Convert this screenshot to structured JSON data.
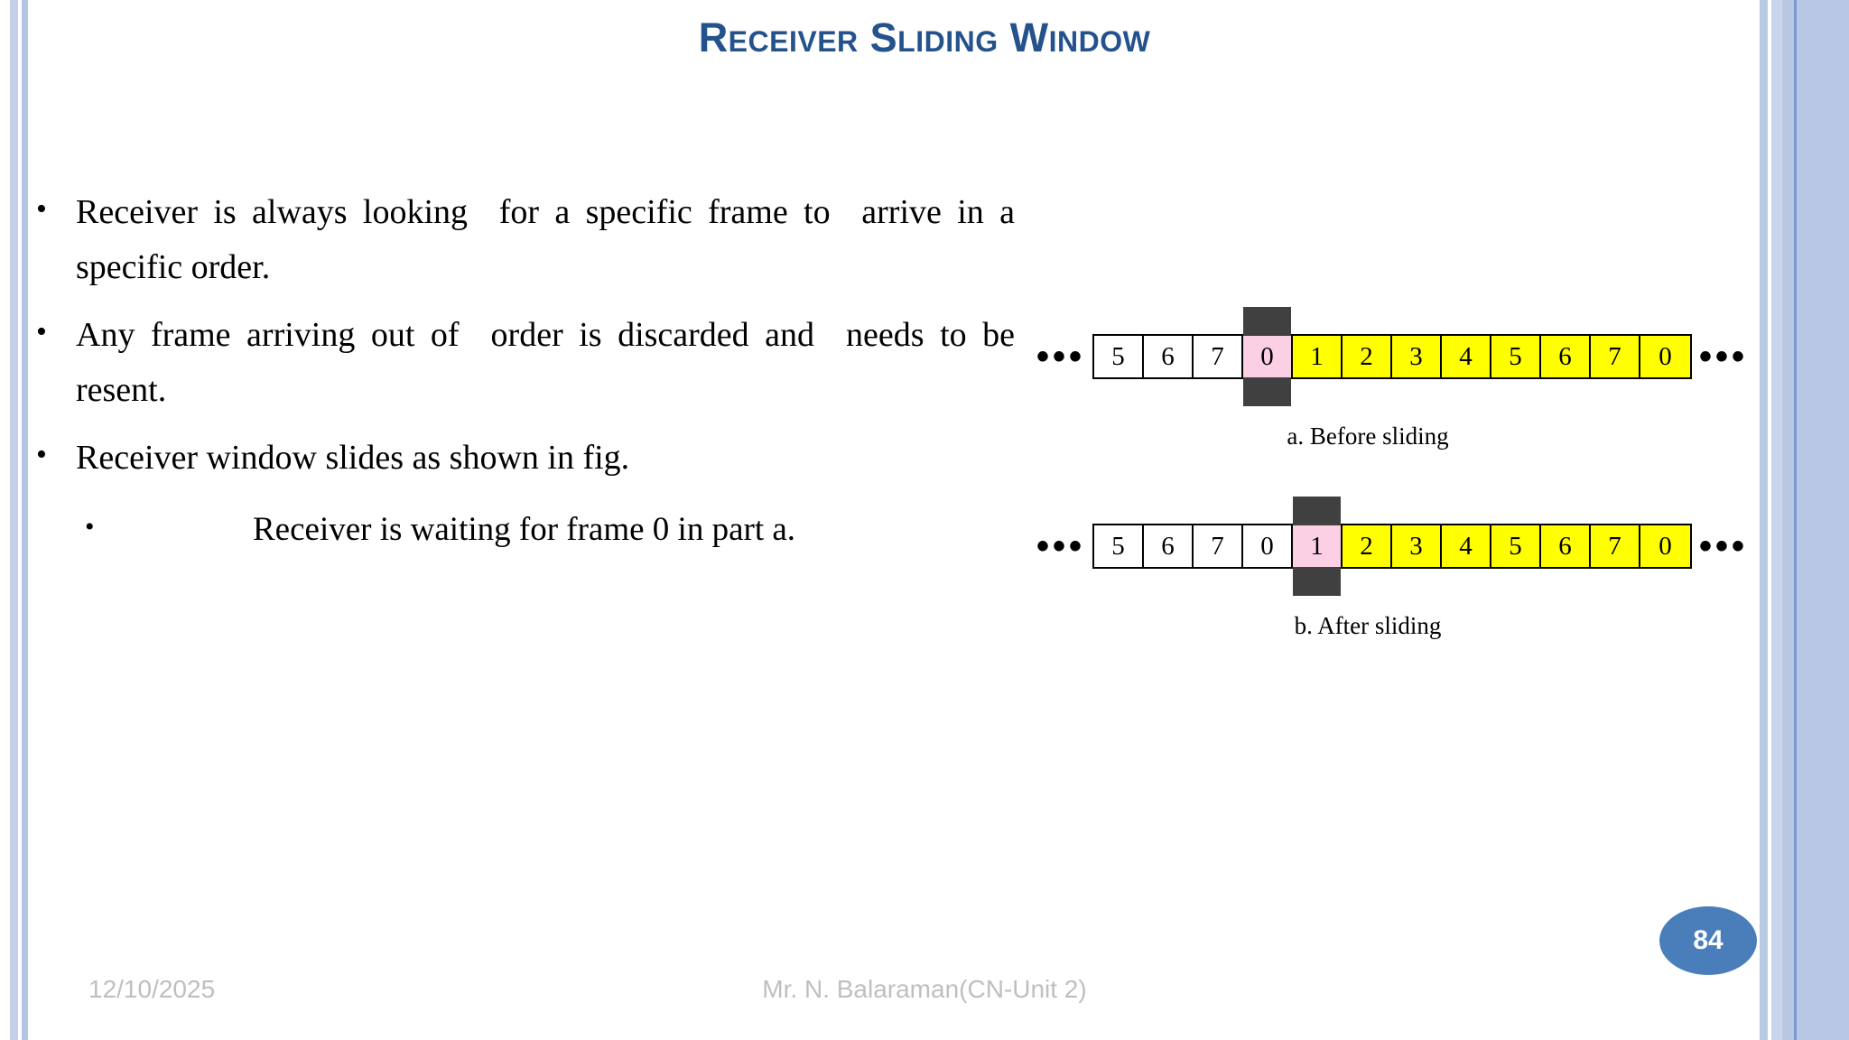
{
  "slide": {
    "title": "Receiver Sliding Window",
    "title_color": "#23528c",
    "page_number": "84"
  },
  "bullets": [
    {
      "marker": "•",
      "text": "Receiver is always looking  for a specific frame to  arrive in a specific order.",
      "justify": true
    },
    {
      "marker": "•",
      "text": "Any frame arriving out of  order is discarded and  needs to be resent.",
      "justify": true
    },
    {
      "marker": "•",
      "text": "Receiver window slides as shown in fig.",
      "justify": false
    }
  ],
  "sub_bullet": {
    "marker": "•",
    "text": "Receiver is waiting  for frame 0 in part a."
  },
  "figures": [
    {
      "id": "figure-a",
      "caption": "a. Before sliding",
      "left_ellipsis": "•••",
      "right_ellipsis": "•••",
      "marker_index": 3,
      "cells": [
        {
          "value": "5",
          "fill": "white"
        },
        {
          "value": "6",
          "fill": "white"
        },
        {
          "value": "7",
          "fill": "white"
        },
        {
          "value": "0",
          "fill": "pink"
        },
        {
          "value": "1",
          "fill": "yellow"
        },
        {
          "value": "2",
          "fill": "yellow"
        },
        {
          "value": "3",
          "fill": "yellow"
        },
        {
          "value": "4",
          "fill": "yellow"
        },
        {
          "value": "5",
          "fill": "yellow"
        },
        {
          "value": "6",
          "fill": "yellow"
        },
        {
          "value": "7",
          "fill": "yellow"
        },
        {
          "value": "0",
          "fill": "yellow"
        }
      ]
    },
    {
      "id": "figure-b",
      "caption": "b. After sliding",
      "left_ellipsis": "•••",
      "right_ellipsis": "•••",
      "marker_index": 4,
      "cells": [
        {
          "value": "5",
          "fill": "white"
        },
        {
          "value": "6",
          "fill": "white"
        },
        {
          "value": "7",
          "fill": "white"
        },
        {
          "value": "0",
          "fill": "white"
        },
        {
          "value": "1",
          "fill": "pink"
        },
        {
          "value": "2",
          "fill": "yellow"
        },
        {
          "value": "3",
          "fill": "yellow"
        },
        {
          "value": "4",
          "fill": "yellow"
        },
        {
          "value": "5",
          "fill": "yellow"
        },
        {
          "value": "6",
          "fill": "yellow"
        },
        {
          "value": "7",
          "fill": "yellow"
        },
        {
          "value": "0",
          "fill": "yellow"
        }
      ]
    }
  ],
  "footer": {
    "date": "12/10/2025",
    "center": "Mr. N. Balaraman(CN-Unit 2)"
  },
  "colors": {
    "yellow": "#ffff00",
    "pink": "#fbcfe4",
    "marker_gray": "#404040",
    "badge_blue": "#4a7ebb",
    "stripe_blue": "#b8c8e4"
  }
}
